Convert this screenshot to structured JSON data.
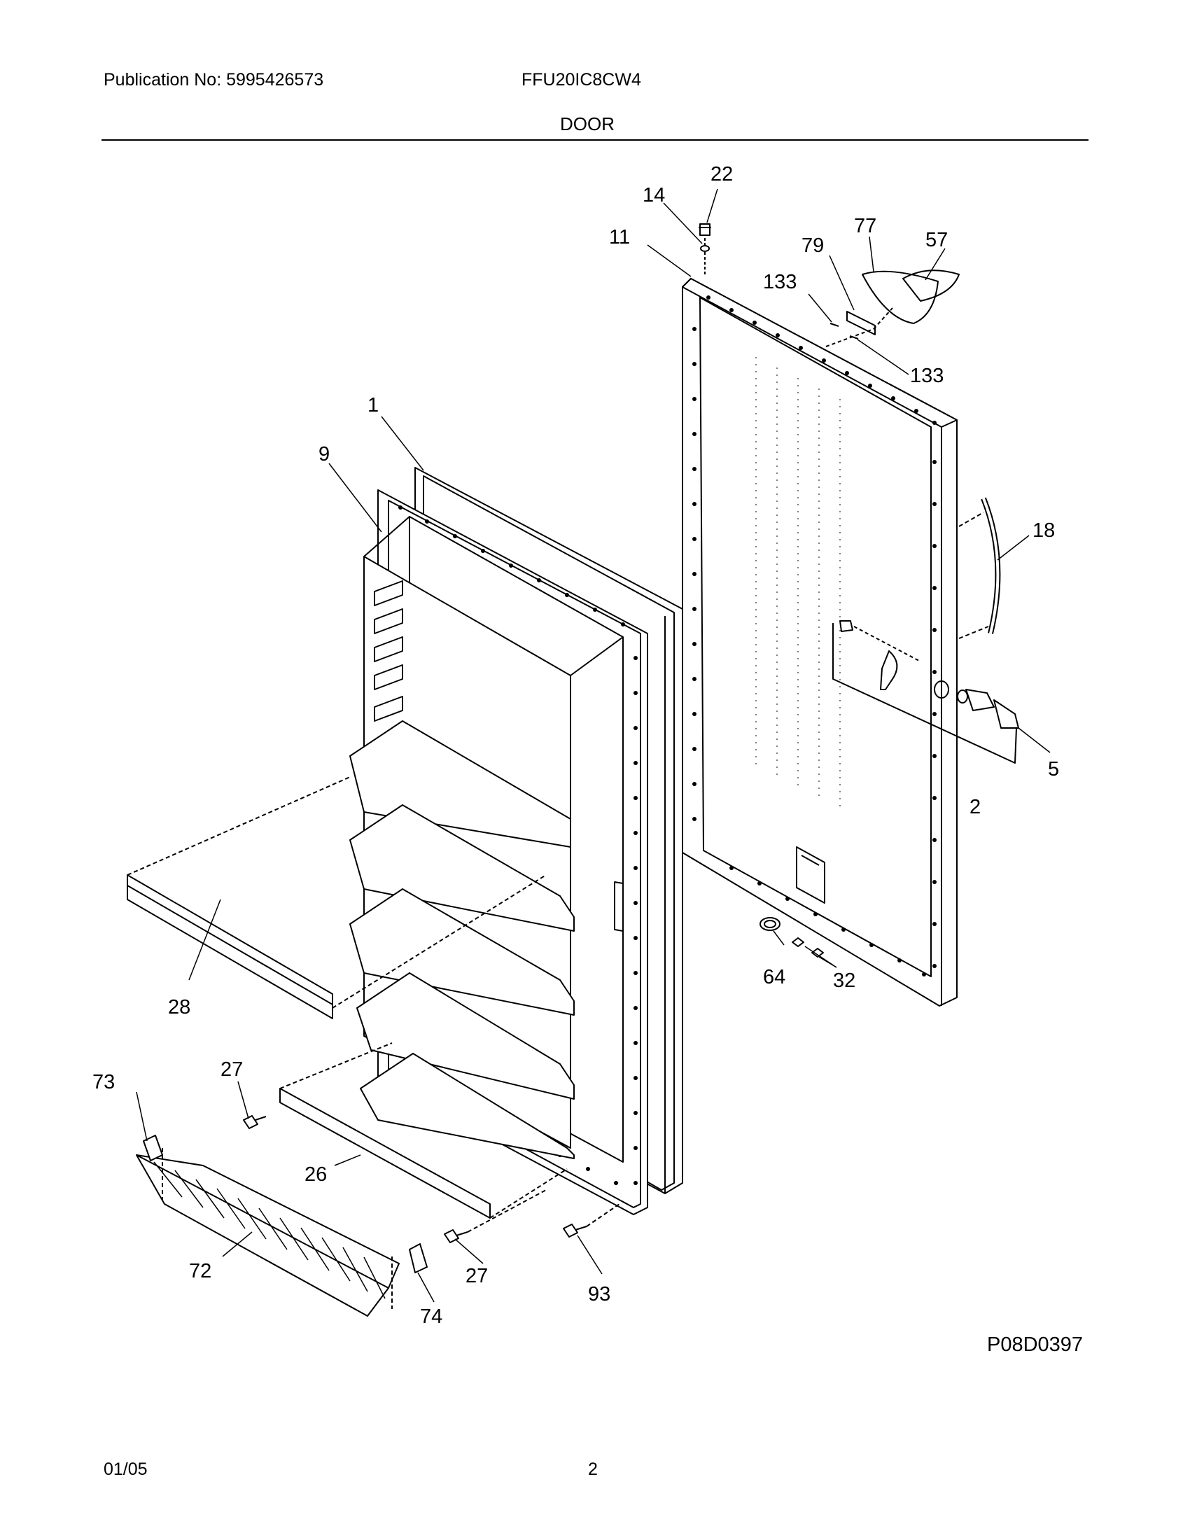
{
  "header": {
    "publication": "Publication No: 5995426573",
    "model": "FFU20IC8CW4",
    "section_title": "DOOR"
  },
  "callouts": [
    "22",
    "14",
    "77",
    "11",
    "79",
    "57",
    "133",
    "133",
    "1",
    "9",
    "18",
    "5",
    "2",
    "64",
    "32",
    "28",
    "27",
    "73",
    "26",
    "72",
    "74",
    "27",
    "93"
  ],
  "drawing_id": "P08D0397",
  "footer": {
    "date": "01/05",
    "page": "2"
  }
}
